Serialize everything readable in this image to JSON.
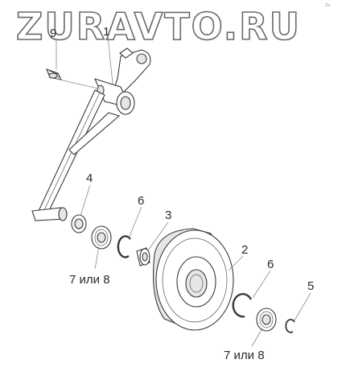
{
  "watermark": "ZURAVTO.RU",
  "corner_mark": "Zu",
  "callouts": {
    "arm": "1",
    "roller": "2",
    "bushing": "3",
    "spacer": "4",
    "washer": "5",
    "snap_ring_left": "6",
    "snap_ring_right": "6",
    "bearing_left": "7 или 8",
    "bearing_right": "7 или 8",
    "bolt": "9"
  }
}
